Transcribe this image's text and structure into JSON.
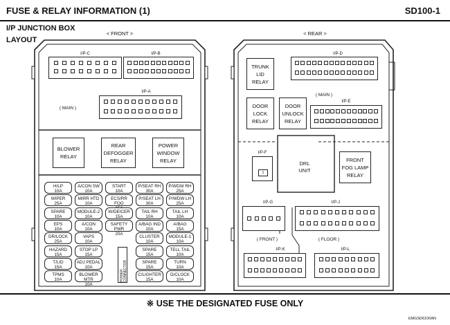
{
  "header": {
    "title": "FUSE & RELAY INFORMATION (1)",
    "code": "SD100-1"
  },
  "section": {
    "title": "I/P JUNCTION BOX",
    "subtitle": "LAYOUT"
  },
  "front": {
    "label": "< FRONT >",
    "main_label": "( MAIN )",
    "connectors": {
      "ipc": "I/P-C",
      "ipb": "I/P-B",
      "ipa": "I/P-A"
    },
    "relays": [
      {
        "id": "blower",
        "line1": "BLOWER",
        "line2": "RELAY",
        "line3": ""
      },
      {
        "id": "defogger",
        "line1": "REAR",
        "line2": "DEFOGGER",
        "line3": "RELAY"
      },
      {
        "id": "power",
        "line1": "POWER",
        "line2": "WINDOW",
        "line3": "RELAY"
      }
    ],
    "fuses": [
      [
        "H/LP|10A",
        "A/CON SW|10A",
        "START|10A",
        "P/SEAT RH|30A",
        "P/WDW RH|25A"
      ],
      [
        "WIPER|25A",
        "MIRR HTD|10A",
        "ECS/RR FOG|15A",
        "P/SEAT LH|30A",
        "P/WDW LH|25A"
      ],
      [
        "SPARE|10A",
        "MODULE-2|10A",
        "W/DEICER|15A",
        "TAIL RH|10A",
        "TAIL LH|10A"
      ],
      [
        "EPS|10A",
        "A/CON|10A",
        "SAFETY PWR|20A",
        "A/BAG IND|10A",
        "A/BAG|15A"
      ],
      [
        "DR/LOCK|25A",
        "VAPS|10A",
        "",
        "CLUSTER|10A",
        "MODULE-1|10A"
      ],
      [
        "HAZARD|15A",
        "STOP LP|15A",
        "",
        "SPARE|15A",
        "TELL TAIL|10A"
      ],
      [
        "T/LID|15A",
        "ADJ PEDAL|10A",
        "",
        "SPARE|15A",
        "TURN|10A"
      ],
      [
        "TPMS|10A",
        "BLOWER MTR|10A",
        "",
        "C/LIGHTER|15A",
        "D/CLOCK|10A"
      ]
    ],
    "vertical_fuse": "POWER CONNECTOR"
  },
  "rear": {
    "label": "< REAR >",
    "main_label": "( MAIN )",
    "front_label": "( FRONT )",
    "floor_label": "( FLOOR )",
    "connectors": {
      "ipd": "I/P-D",
      "ipe": "I/P-E",
      "ipf": "I/P-F",
      "ipg": "I/P-G",
      "ipj": "I/P-J",
      "ipk": "I/P-K",
      "ipl": "I/P-L"
    },
    "relays": [
      {
        "id": "trunk",
        "line1": "TRUNK",
        "line2": "LID",
        "line3": "RELAY"
      },
      {
        "id": "door-lock",
        "line1": "DOOR",
        "line2": "LOCK",
        "line3": "RELAY"
      },
      {
        "id": "door-unlock",
        "line1": "DOOR",
        "line2": "UNLOCK",
        "line3": "RELAY"
      },
      {
        "id": "drl",
        "line1": "DRL",
        "line2": "UNIT",
        "line3": ""
      },
      {
        "id": "front-fog",
        "line1": "FRONT",
        "line2": "FOG LAMP",
        "line3": "RELAY"
      }
    ]
  },
  "footer": {
    "note": "※ USE THE DESIGNATED FUSE ONLY",
    "code": "EMGSD6100AN"
  }
}
